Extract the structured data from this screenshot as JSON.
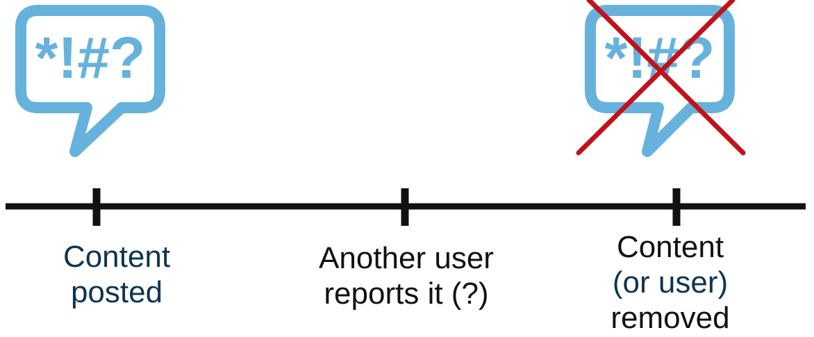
{
  "bubble": {
    "symbols": "*!#?"
  },
  "timeline": {
    "events": [
      {
        "lines": [
          "Content",
          "posted"
        ]
      },
      {
        "lines": [
          "Another user",
          "reports it (?)"
        ]
      },
      {
        "lines": [
          "Content",
          "(or user)",
          "removed"
        ]
      }
    ]
  },
  "colors": {
    "bubble": "#66b2dc",
    "cross": "#c1121c",
    "line": "#111111",
    "label_dark": "#0d3550",
    "label_black": "#111111"
  }
}
